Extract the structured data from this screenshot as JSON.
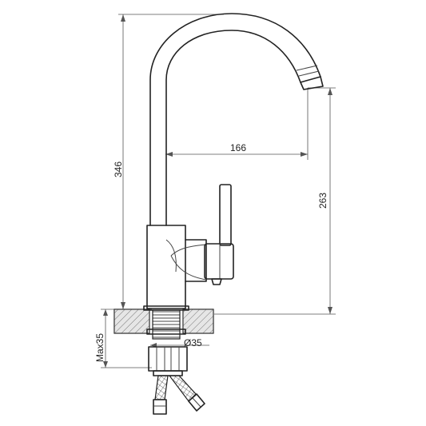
{
  "drawing": {
    "dimensions": {
      "total_height": "346",
      "spout_reach": "166",
      "spout_height": "263",
      "max_thickness": "Max35",
      "hole_diameter": "Ø35"
    },
    "colors": {
      "line": "#222222",
      "dimension_line": "#555555",
      "hatch_fill": "#9a9a9a",
      "background": "#ffffff"
    }
  }
}
